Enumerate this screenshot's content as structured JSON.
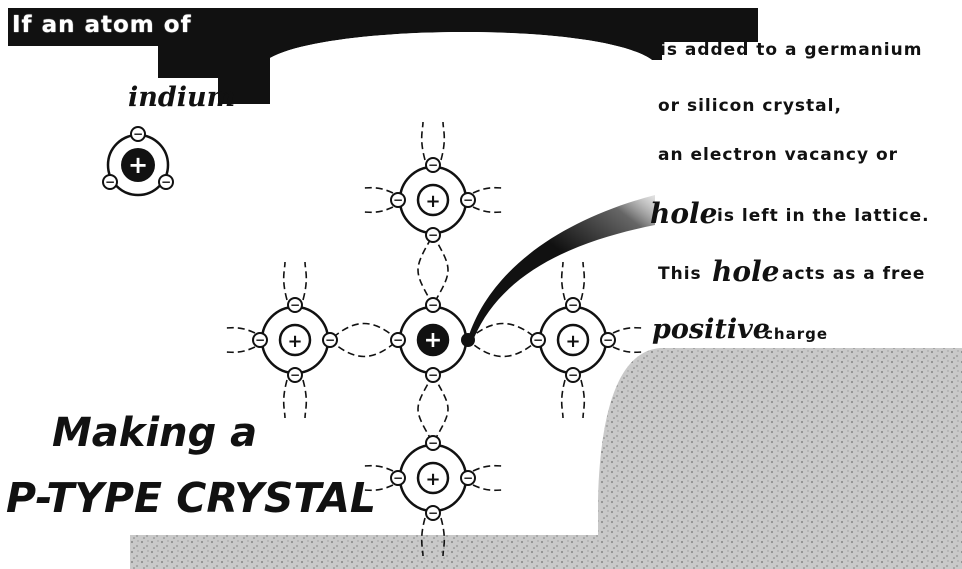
{
  "intro": {
    "prefix": "If an atom of",
    "element": "indium"
  },
  "statement": {
    "line1": "is added to a germanium",
    "line2": "or silicon crystal,",
    "line3": "an electron vacancy or",
    "hole_word_1": "hole",
    "line4_rest": "is left in the lattice.",
    "line5_prefix": "This",
    "hole_word_2": "hole",
    "line5_rest": "acts as a free",
    "positive_word": "positive",
    "line6_rest": "charge"
  },
  "title": {
    "line1": "Making a",
    "line2": "P-TYPE CRYSTAL"
  },
  "diagram": {
    "nucleus_symbol": "+",
    "electron_symbol": "−",
    "colors": {
      "ink": "#111111",
      "paper": "#ffffff",
      "texture": "#bdbdbd"
    }
  }
}
